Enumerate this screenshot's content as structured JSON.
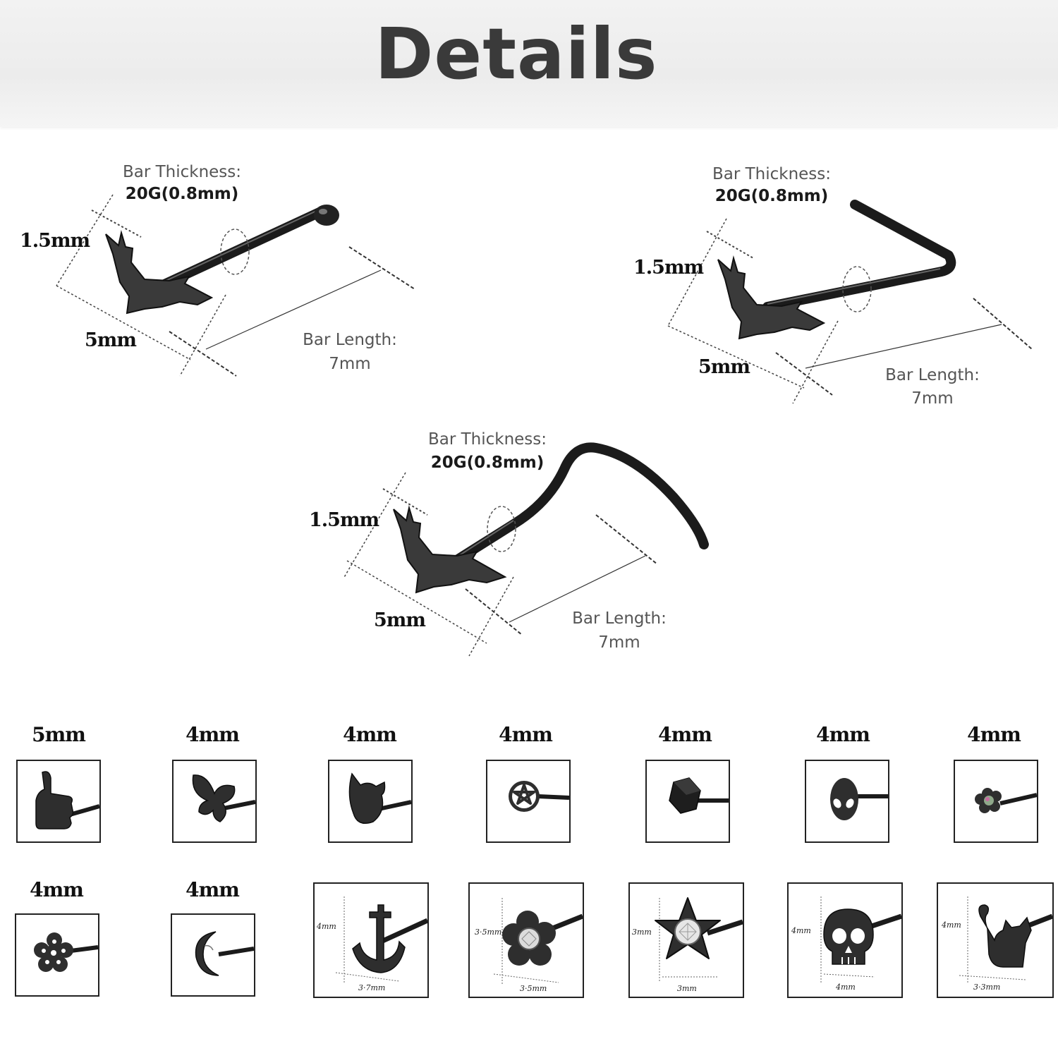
{
  "header": {
    "title": "Details"
  },
  "diagrams": {
    "straight": {
      "thickness_label": "Bar Thickness:",
      "thickness_value": "20G(0.8mm)",
      "length_label": "Bar Length:",
      "length_value": "7mm",
      "height_label": "1.5mm",
      "width_label": "5mm"
    },
    "l_shape": {
      "thickness_label": "Bar Thickness:",
      "thickness_value": "20G(0.8mm)",
      "length_label": "Bar Length:",
      "length_value": "7mm",
      "height_label": "1.5mm",
      "width_label": "5mm"
    },
    "screw": {
      "thickness_label": "Bar Thickness:",
      "thickness_value": "20G(0.8mm)",
      "length_label": "Bar Length:",
      "length_value": "7mm",
      "height_label": "1.5mm",
      "width_label": "5mm"
    }
  },
  "styles_row1": [
    {
      "size": "5mm",
      "icon": "thumbs-up-icon"
    },
    {
      "size": "4mm",
      "icon": "butterfly-icon"
    },
    {
      "size": "4mm",
      "icon": "cat-head-icon"
    },
    {
      "size": "4mm",
      "icon": "pentagram-icon"
    },
    {
      "size": "4mm",
      "icon": "hexagon-icon"
    },
    {
      "size": "4mm",
      "icon": "alien-head-icon"
    },
    {
      "size": "4mm",
      "icon": "flower-gem-icon"
    }
  ],
  "styles_row2": [
    {
      "size": "4mm",
      "icon": "flower-icon"
    },
    {
      "size": "4mm",
      "icon": "moon-icon"
    },
    {
      "icon": "anchor-icon",
      "height": "4mm",
      "width": "3·7mm"
    },
    {
      "icon": "flower-crystal-icon",
      "height": "3·5mm",
      "width": "3·5mm"
    },
    {
      "icon": "star-crystal-icon",
      "height": "3mm",
      "width": "3mm"
    },
    {
      "icon": "skull-icon",
      "height": "4mm",
      "width": "4mm"
    },
    {
      "icon": "cat-icon",
      "height": "4mm",
      "width": "3·3mm"
    }
  ]
}
